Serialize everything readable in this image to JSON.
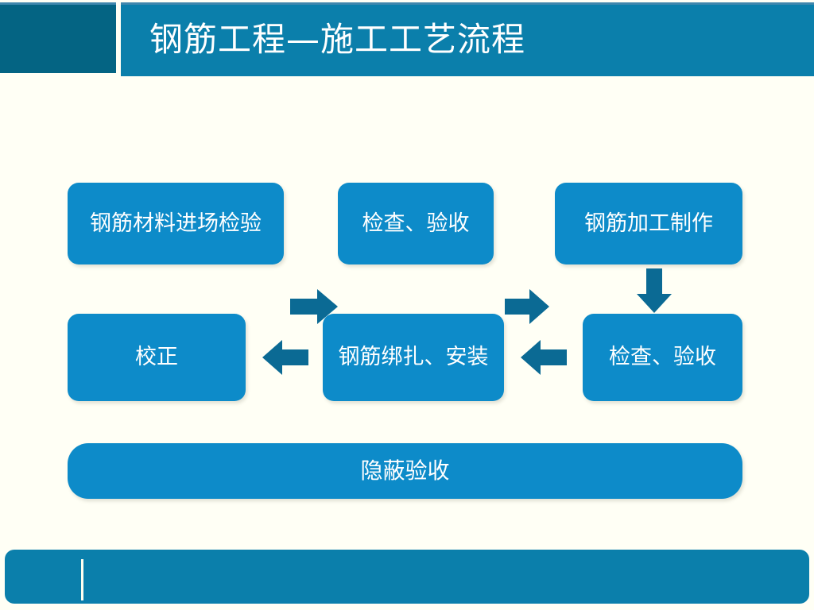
{
  "slide": {
    "title": "钢筋工程—施工工艺流程",
    "background_color": "#fffff5"
  },
  "header": {
    "accent_block_color": "#046483",
    "title_bar_color": "#0b7fab",
    "top_strip_color": "#3f87ad",
    "title_text_color": "#ffffff"
  },
  "theme": {
    "box_fill": "#0d8bc9",
    "arrow_fill": "#0b6a94",
    "footer_fill": "#0b7fab",
    "footer_divider": "#fffff0"
  },
  "flowchart": {
    "type": "process-flow",
    "row1": [
      {
        "id": "step-1",
        "label": "钢筋材料进场检验"
      },
      {
        "id": "step-2",
        "label": "检查、验收"
      },
      {
        "id": "step-3",
        "label": "钢筋加工制作"
      }
    ],
    "row2": [
      {
        "id": "step-6",
        "label": "校正"
      },
      {
        "id": "step-5",
        "label": "钢筋绑扎、安装"
      },
      {
        "id": "step-4",
        "label": "检查、验收"
      }
    ],
    "row3": [
      {
        "id": "step-7",
        "label": "隐蔽验收"
      }
    ],
    "connectors": [
      {
        "id": "arrow-1",
        "direction": "right",
        "from": "step-1",
        "to": "step-2"
      },
      {
        "id": "arrow-2",
        "direction": "right",
        "from": "step-2",
        "to": "step-3"
      },
      {
        "id": "arrow-3",
        "direction": "down",
        "from": "step-3",
        "to": "step-4"
      },
      {
        "id": "arrow-4",
        "direction": "left",
        "from": "step-4",
        "to": "step-5"
      },
      {
        "id": "arrow-5",
        "direction": "left",
        "from": "step-5",
        "to": "step-6"
      }
    ]
  },
  "footer": {
    "label": ""
  }
}
